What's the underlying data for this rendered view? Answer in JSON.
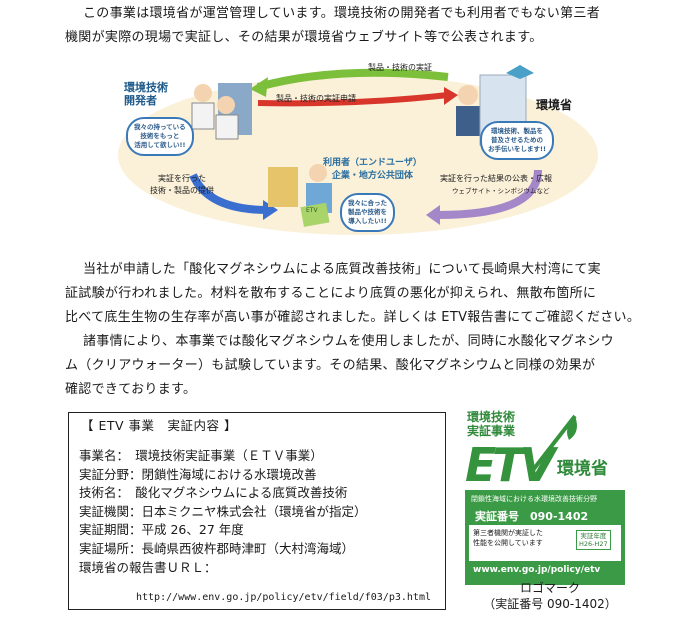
{
  "intro": {
    "line1": "この事業は環境省が運営管理しています。環境技術の開発者でも利用者でもない第三者",
    "line2": "機関が実際の現場で実証し、その結果が環境省ウェブサイト等で公表されます。"
  },
  "diagram": {
    "developer_label": "環境技術\n開発者",
    "developer_bubble": "我々の持っている\n技術をもっと\n活用して欲しい!!",
    "ministry_label": "環境省",
    "ministry_bubble": "環境技術、製品を\n普及させるための\nお手伝いをします!!",
    "user_label": "利用者（エンドユーザ）\n企業・地方公共団体",
    "user_bubble": "我々に合った\n製品や技術を\n導入したい!!",
    "arrow_top": "製品・技術の実証",
    "arrow_mid": "製品・技術の実証申請",
    "arrow_left": "実証を行った\n技術・製品の提供",
    "arrow_right": "実証を行った結果の公表・広報",
    "arrow_right_sub": "ウェブサイト・シンポジウムなど",
    "sign": "ETV"
  },
  "body": {
    "line1": "当社が申請した「酸化マグネシウムによる底質改善技術」について長崎県大村湾にて実",
    "line2": "証試験が行われました。材料を散布することにより底質の悪化が抑えられ、無散布箇所に",
    "line3": "比べて底生生物の生存率が高い事が確認されました。詳しくは ETV報告書にてご確認ください。",
    "line4": "諸事情により、本事業では酸化マグネシウムを使用しましたが、同時に水酸化マグネシウ",
    "line5": "ム（クリアウォーター）も試験しています。その結果、酸化マグネシウムと同様の効果が",
    "line6": "確認できております。"
  },
  "infobox": {
    "title": "【 ETV 事業　実証内容 】",
    "rows": [
      "事業名：　環境技術実証事業（ＥＴＶ事業）",
      "実証分野：閉鎖性海域における水環境改善",
      "技術名：　酸化マグネシウムによる底質改善技術",
      "実証機関：日本ミクニヤ株式会社（環境省が指定）",
      "実証期間：平成 26、27 年度",
      "実証場所：長崎県西彼杵郡時津町（大村湾海域）",
      "環境省の報告書ＵＲＬ："
    ],
    "url": "http://www.env.go.jp/policy/etv/field/f03/p3.html"
  },
  "logo": {
    "title": "環境技術\n実証事業",
    "etv": "ETV",
    "ministry": "環境省",
    "field": "閉鎖性海域における水環境改善技術分野",
    "number": "実証番号　090-1402",
    "public_note": "第三者機関が実証した\n性能を公開しています",
    "year": "実証年度\nH26-H27",
    "web": "www.env.go.jp/policy/etv",
    "caption": "ロゴマーク",
    "caption_num": "（実証番号 090-1402）"
  },
  "colors": {
    "green": "#3b9a45",
    "blue": "#1e5a8c",
    "arrow_green": "#7cbf3a",
    "arrow_red": "#d8362a",
    "arrow_blue": "#3a6fd0",
    "arrow_purple": "#a487c9"
  }
}
